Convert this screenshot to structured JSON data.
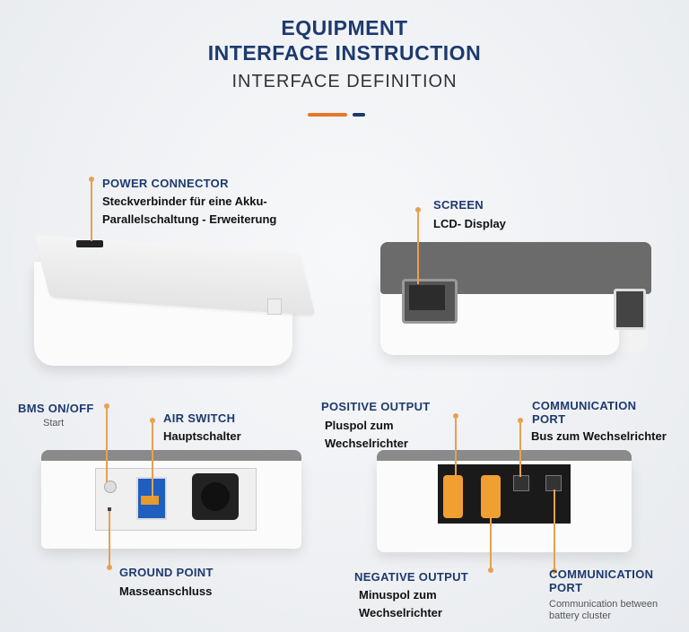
{
  "header": {
    "line1": "EQUIPMENT",
    "line2": "INTERFACE INSTRUCTION",
    "line3": "INTERFACE DEFINITION"
  },
  "colors": {
    "brand_blue": "#1d3a6e",
    "accent_orange": "#e6782a"
  },
  "callouts": {
    "power_connector": {
      "title": "POWER CONNECTOR",
      "desc_line1": "Steckverbinder für eine Akku-",
      "desc_line2": "Parallelschaltung - Erweiterung"
    },
    "screen": {
      "title": "SCREEN",
      "desc": "LCD- Display"
    },
    "bms": {
      "title": "BMS ON/OFF",
      "desc": "Start"
    },
    "air_switch": {
      "title": "AIR SWITCH",
      "desc": "Hauptschalter"
    },
    "ground_point": {
      "title": "GROUND POINT",
      "desc": "Masseanschluss"
    },
    "positive_output": {
      "title": "POSITIVE  OUTPUT",
      "desc_line1": "Pluspol zum",
      "desc_line2": "Wechselrichter"
    },
    "negative_output": {
      "title": "NEGATIVE OUTPUT",
      "desc_line1": "Minuspol zum",
      "desc_line2": "Wechselrichter"
    },
    "comm_port_top": {
      "title_line1": "COMMUNICATION",
      "title_line2": "PORT",
      "desc": "Bus zum Wechselrichter"
    },
    "comm_port_bottom": {
      "title_line1": "COMMUNICATION",
      "title_line2": "PORT",
      "desc_line1": "Communication between",
      "desc_line2": "battery cluster"
    }
  }
}
